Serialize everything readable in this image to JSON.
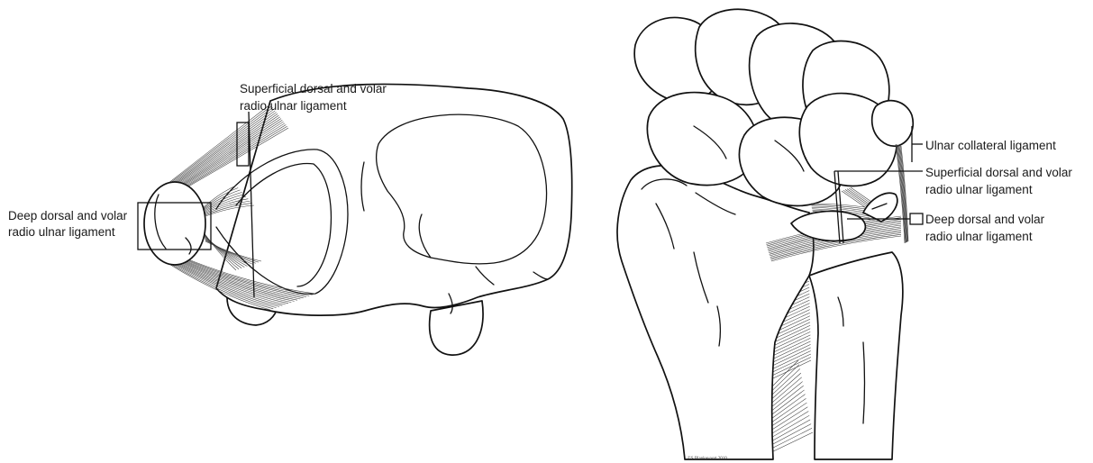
{
  "left_figure": {
    "label_superficial": [
      "Superficial dorsal and volar",
      "radio ulnar ligament"
    ],
    "label_deep": [
      "Deep dorsal and volar",
      "radio ulnar ligament"
    ]
  },
  "right_figure": {
    "label_ulnar_collateral": "Ulnar collateral ligament",
    "label_superficial": [
      "Superficial  dorsal and volar",
      "radio ulnar ligament"
    ],
    "label_deep": [
      "Deep dorsal and volar",
      "radio ulnar ligament"
    ],
    "credit": "©S.Blankevoort 2010"
  },
  "colors": {
    "line": "#111111",
    "fill": "#ffffff",
    "fiber": "#3a3a3a"
  }
}
